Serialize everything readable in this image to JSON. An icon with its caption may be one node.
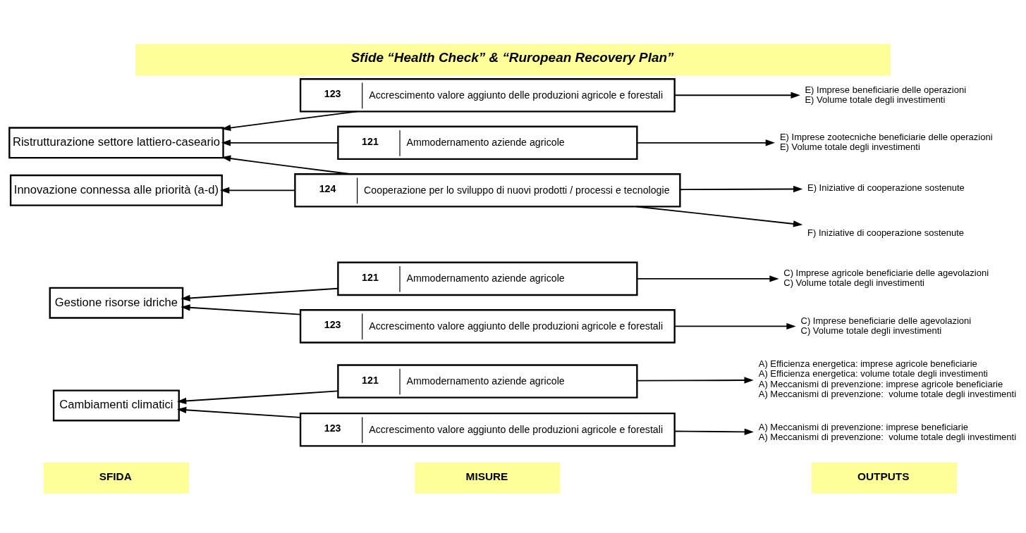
{
  "diagram": {
    "title": "Sfide “Health Check” & “Ruropean Recovery Plan”",
    "nodes": [
      {
        "text": [
          "SFIDA"
        ]
      },
      {
        "text": [
          "MISURE"
        ]
      },
      {
        "text": [
          "OUTPUTS"
        ]
      },
      {
        "text": [
          "Cambiamenti climatici"
        ]
      },
      {
        "text": [
          "Gestione risorse idriche"
        ]
      },
      {
        "text": [
          "Ristrutturazione settore lattiero-caseario"
        ]
      },
      {
        "text": [
          "Innovazione connessa alle priorità (a-d)"
        ]
      },
      {
        "text": [
          "121",
          "Ammodernamento aziende agricole"
        ]
      },
      {
        "text": [
          "123",
          "Accrescimento valore aggiunto delle produzioni agricole e forestali"
        ]
      },
      {
        "text": [
          "121",
          "Ammodernamento aziende agricole"
        ]
      },
      {
        "text": [
          "123",
          "Accrescimento valore aggiunto delle produzioni agricole e forestali"
        ]
      },
      {
        "text": [
          "123",
          "Accrescimento valore aggiunto delle produzioni agricole e forestali"
        ]
      },
      {
        "text": [
          "121",
          "Ammodernamento aziende agricole"
        ]
      },
      {
        "text": [
          "124",
          "Cooperazione per lo sviluppo di nuovi prodotti / processi e tecnologie"
        ]
      },
      {
        "text": [
          "A) Efficienza energetica: imprese agricole beneficiarie",
          "A) Efficienza energetica: volume totale degli investimenti",
          "A) Meccanismi di prevenzione: imprese agricole beneficiarie",
          "A) Meccanismi di prevenzione:  volume totale degli investimenti"
        ]
      },
      {
        "text": [
          "A) Meccanismi di prevenzione: imprese beneficiarie",
          "A) Meccanismi di prevenzione:  volume totale degli investimenti"
        ]
      },
      {
        "text": [
          "C) Imprese agricole beneficiarie delle agevolazioni",
          "C) Volume totale degli investimenti"
        ]
      },
      {
        "text": [
          "C) Imprese beneficiarie delle agevolazioni",
          "C) Volume totale degli investimenti"
        ]
      },
      {
        "text": [
          "E) Imprese beneficiarie delle operazioni",
          "E) Volume totale degli investimenti"
        ]
      },
      {
        "text": [
          "E) Imprese zootecniche beneficiarie delle operazioni",
          "E) Volume totale degli investimenti"
        ]
      },
      {
        "text": [
          "E) Iniziative di cooperazione sostenute"
        ]
      },
      {
        "text": [
          "F) Iniziative di cooperazione sostenute"
        ]
      }
    ],
    "edges": [
      {
        "from": 7,
        "to": 3,
        "arrow": "to"
      },
      {
        "from": 8,
        "to": 3,
        "arrow": "to"
      },
      {
        "from": 9,
        "to": 4,
        "arrow": "to"
      },
      {
        "from": 10,
        "to": 4,
        "arrow": "to"
      },
      {
        "from": 11,
        "to": 5,
        "arrow": "to"
      },
      {
        "from": 12,
        "to": 5,
        "arrow": "to"
      },
      {
        "from": 13,
        "to": 5,
        "arrow": "to"
      },
      {
        "from": 13,
        "to": 6,
        "arrow": "to"
      },
      {
        "from": 7,
        "to": 14,
        "arrow": "to"
      },
      {
        "from": 8,
        "to": 15,
        "arrow": "to"
      },
      {
        "from": 9,
        "to": 16,
        "arrow": "to"
      },
      {
        "from": 10,
        "to": 17,
        "arrow": "to"
      },
      {
        "from": 11,
        "to": 18,
        "arrow": "to"
      },
      {
        "from": 12,
        "to": 19,
        "arrow": "to"
      },
      {
        "from": 13,
        "to": 20,
        "arrow": "to"
      },
      {
        "from": 13,
        "to": 21,
        "arrow": "to"
      }
    ]
  }
}
